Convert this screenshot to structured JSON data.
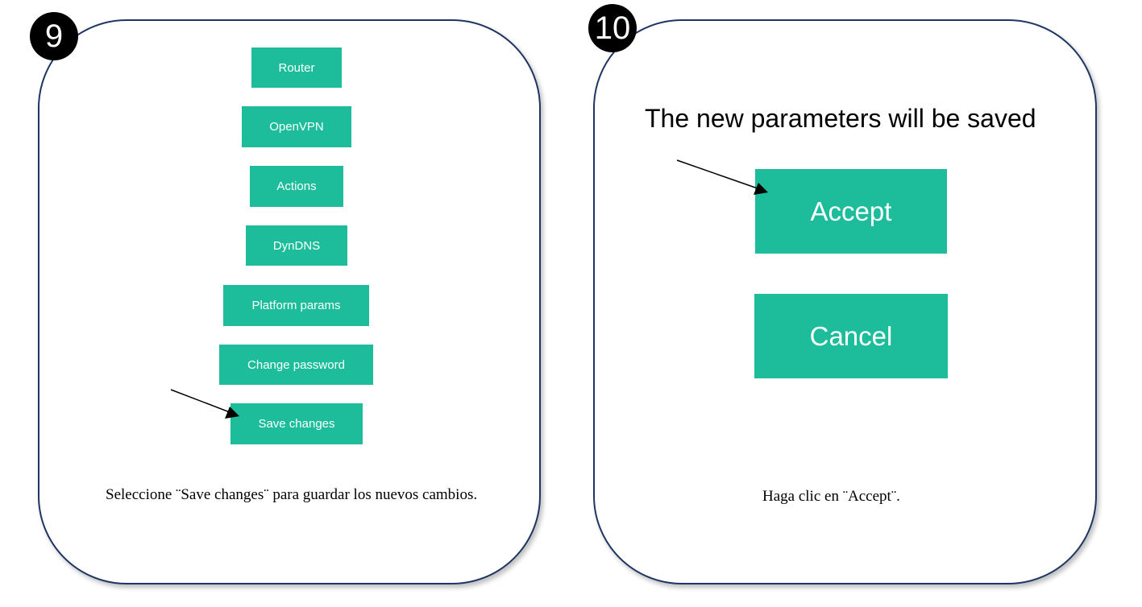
{
  "step9": {
    "number": "9",
    "menu": {
      "router": "Router",
      "openvpn": "OpenVPN",
      "actions": "Actions",
      "dyndns": "DynDNS",
      "platform_params": "Platform params",
      "change_password": "Change password",
      "save_changes": "Save changes"
    },
    "caption": "Seleccione ¨Save changes¨ para guardar los nuevos cambios."
  },
  "step10": {
    "number": "10",
    "dialog_title": "The new parameters will be saved",
    "accept_label": "Accept",
    "cancel_label": "Cancel",
    "caption": "Haga clic en ¨Accept¨."
  },
  "colors": {
    "button": "#1dbd9c",
    "panel_border": "#1f3563",
    "badge": "#000000"
  }
}
